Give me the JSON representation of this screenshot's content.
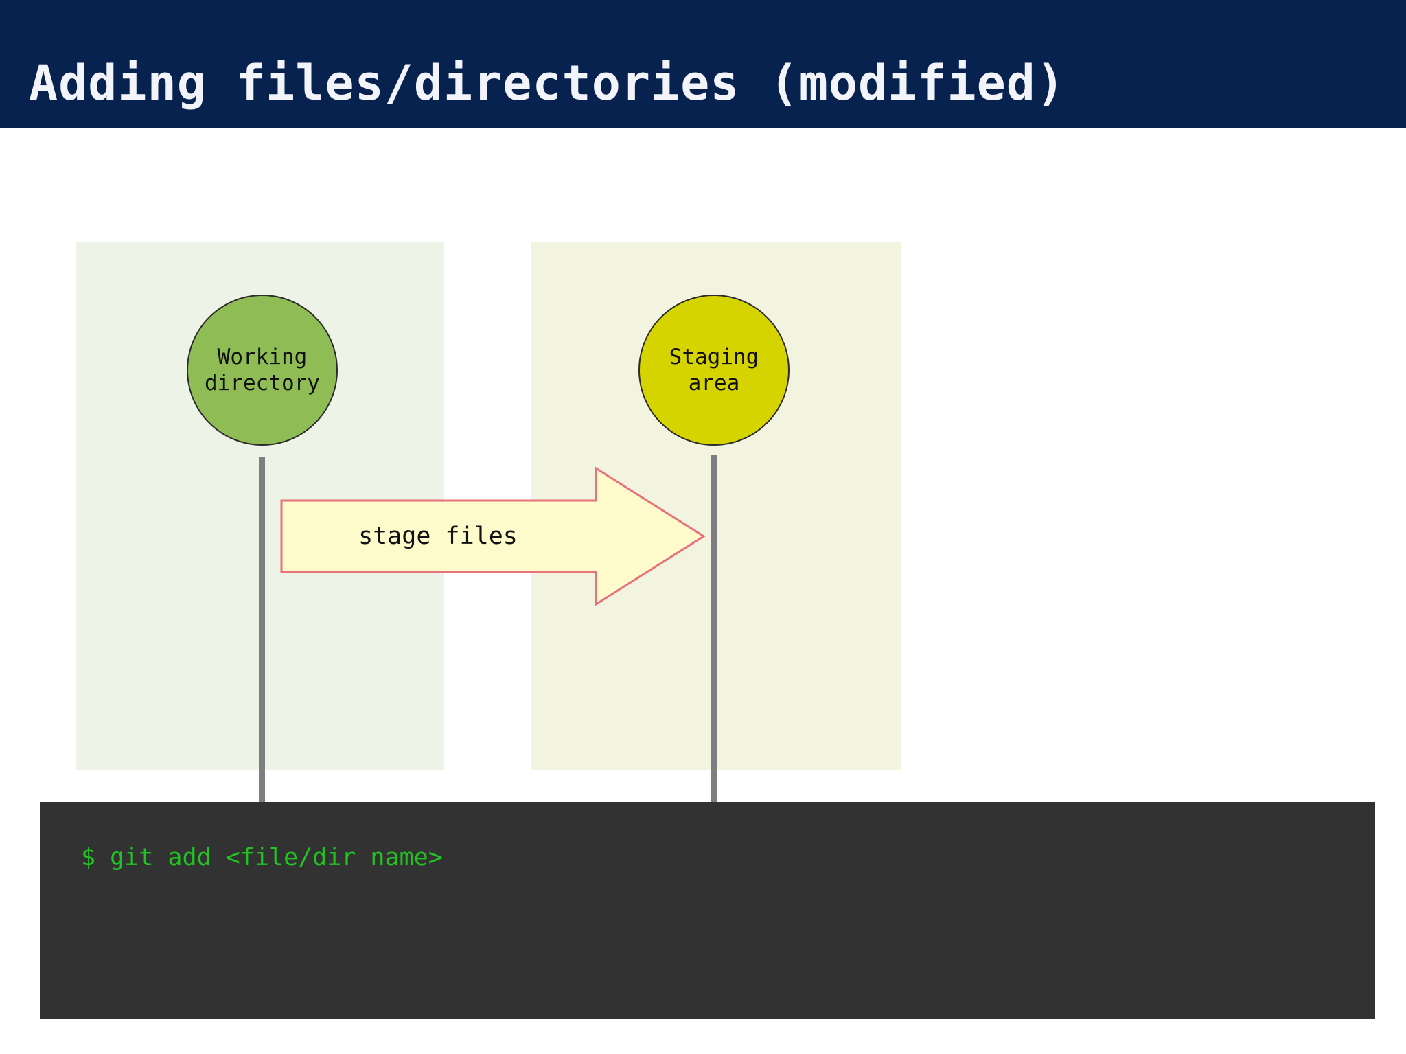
{
  "slide": {
    "title": "Adding files/directories (modified)",
    "header_bg": "#08224f",
    "title_color": "#f2f4fa"
  },
  "diagram": {
    "lanes": [
      {
        "name": "working-directory-lane",
        "bg": "#eef3e8"
      },
      {
        "name": "staging-area-lane",
        "bg": "#f3f4df"
      }
    ],
    "nodes": [
      {
        "id": "working-directory",
        "line1": "Working",
        "line2": "directory",
        "fill": "#8fbc55",
        "stroke": "#2b2b2b"
      },
      {
        "id": "staging-area",
        "line1": "Staging",
        "line2": "area",
        "fill": "#d6d400",
        "stroke": "#2b2b2b"
      }
    ],
    "arrow": {
      "label": "stage files",
      "fill": "#fdfbcc",
      "stroke": "#e8727a",
      "direction": "right"
    },
    "lifeline_color": "#7e7e7e"
  },
  "terminal": {
    "bg": "#333233",
    "text_color": "#21c521",
    "command": "$ git add <file/dir name>"
  }
}
